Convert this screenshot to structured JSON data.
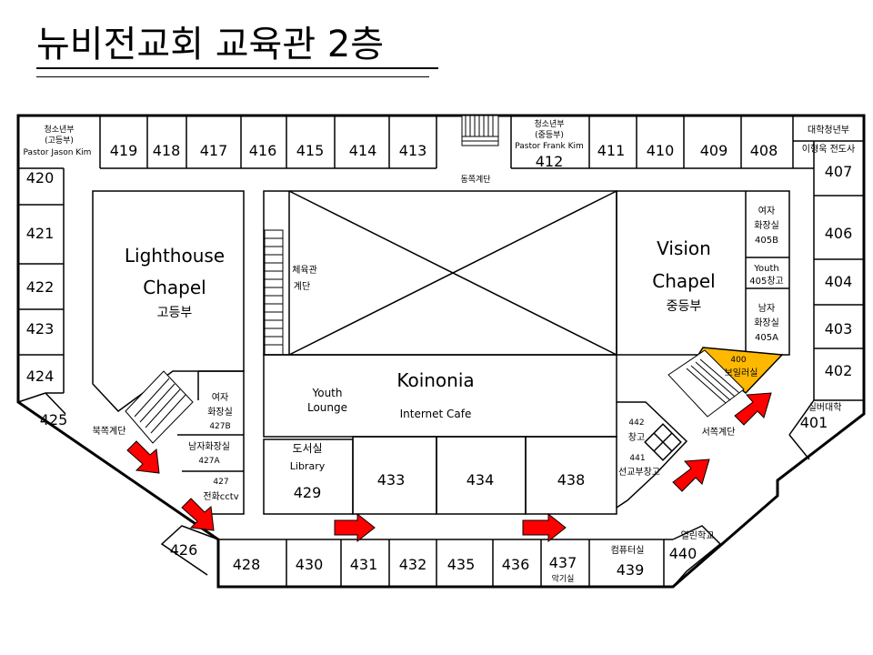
{
  "title": "뉴비전교회 교육관 2층",
  "colors": {
    "line": "#000000",
    "highlight": "#FFB800",
    "arrow": "#FF0000",
    "background": "#FFFFFF"
  },
  "top_row": {
    "label_left": [
      "청소년부",
      "(고등부)",
      "Pastor Jason Kim"
    ],
    "rooms_left": [
      "419",
      "418",
      "417",
      "416",
      "415",
      "414",
      "413"
    ],
    "stairs_east": "동쪽계단",
    "label_mid": [
      "청소년부",
      "(중등부)",
      "Pastor Frank Kim"
    ],
    "room_mid": "412",
    "rooms_right": [
      "411",
      "410",
      "409",
      "408"
    ],
    "label_right": [
      "대학청년부",
      "이형욱 전도사"
    ]
  },
  "left_column": [
    "420",
    "421",
    "422",
    "423",
    "424",
    "425"
  ],
  "right_column": [
    "407",
    "406",
    "404",
    "403",
    "402"
  ],
  "lighthouse": {
    "lines": [
      "Lighthouse",
      "Chapel"
    ],
    "sub": "고등부"
  },
  "gym_stairs": [
    "체육관",
    "계단"
  ],
  "vision": {
    "lines": [
      "Vision",
      "Chapel"
    ],
    "sub": "중등부"
  },
  "restroom_f_right": [
    "여자",
    "화장실",
    "405B"
  ],
  "youth_right": [
    "Youth",
    "405창고"
  ],
  "restroom_m_right": [
    "남자",
    "화장실",
    "405A"
  ],
  "room_400": [
    "400",
    "보일러실"
  ],
  "koinonia": {
    "title": "Koinonia",
    "lounge": [
      "Youth",
      "Lounge"
    ],
    "cafe": "Internet Cafe"
  },
  "stairs_north": "북쪽계단",
  "restroom_f_left": [
    "여자",
    "화장실",
    "427B"
  ],
  "restroom_m_left": [
    "남자화장실",
    "427A"
  ],
  "room_427": [
    "427",
    "전화cctv"
  ],
  "library": [
    "도서실",
    "Library",
    "429"
  ],
  "inner_rooms": [
    "433",
    "434",
    "438"
  ],
  "storage_442": [
    "442",
    "창고"
  ],
  "storage_441": [
    "441",
    "선교부창고"
  ],
  "stairs_west": "서쪽계단",
  "senior": [
    "실버대학",
    "401"
  ],
  "bottom_row": [
    "428",
    "430",
    "431",
    "432",
    "435",
    "436",
    "437"
  ],
  "room_437_sub": "악기실",
  "computer": [
    "컴퓨터실",
    "439"
  ],
  "open_school": [
    "열린학교",
    "440"
  ],
  "room_426": "426"
}
